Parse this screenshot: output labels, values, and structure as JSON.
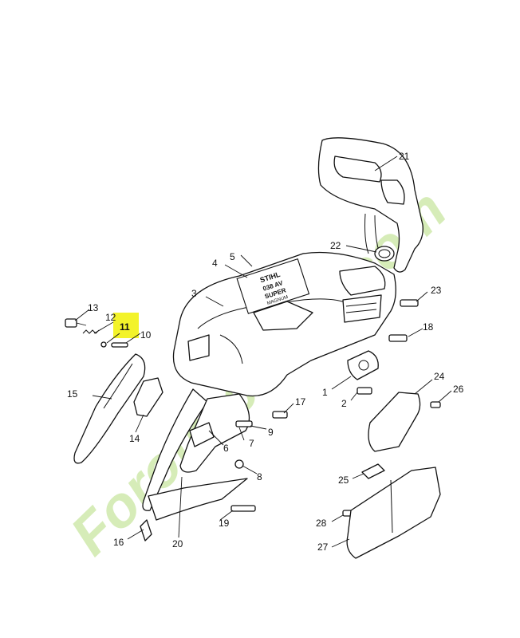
{
  "watermark": {
    "text": "Forotractorin.com",
    "color": "#c8e6a0",
    "color_dark": "#b9a998"
  },
  "highlight": {
    "part": "11",
    "color": "#f3f32a"
  },
  "decal": {
    "line1": "STIHL",
    "line2": "038 AV",
    "line3": "SUPER",
    "line4": "MAGNUM"
  },
  "callouts": [
    "1",
    "2",
    "3",
    "4",
    "5",
    "6",
    "7",
    "8",
    "9",
    "10",
    "11",
    "12",
    "13",
    "14",
    "15",
    "16",
    "17",
    "18",
    "19",
    "20",
    "21",
    "22",
    "23",
    "24",
    "25",
    "26",
    "27",
    "28"
  ]
}
